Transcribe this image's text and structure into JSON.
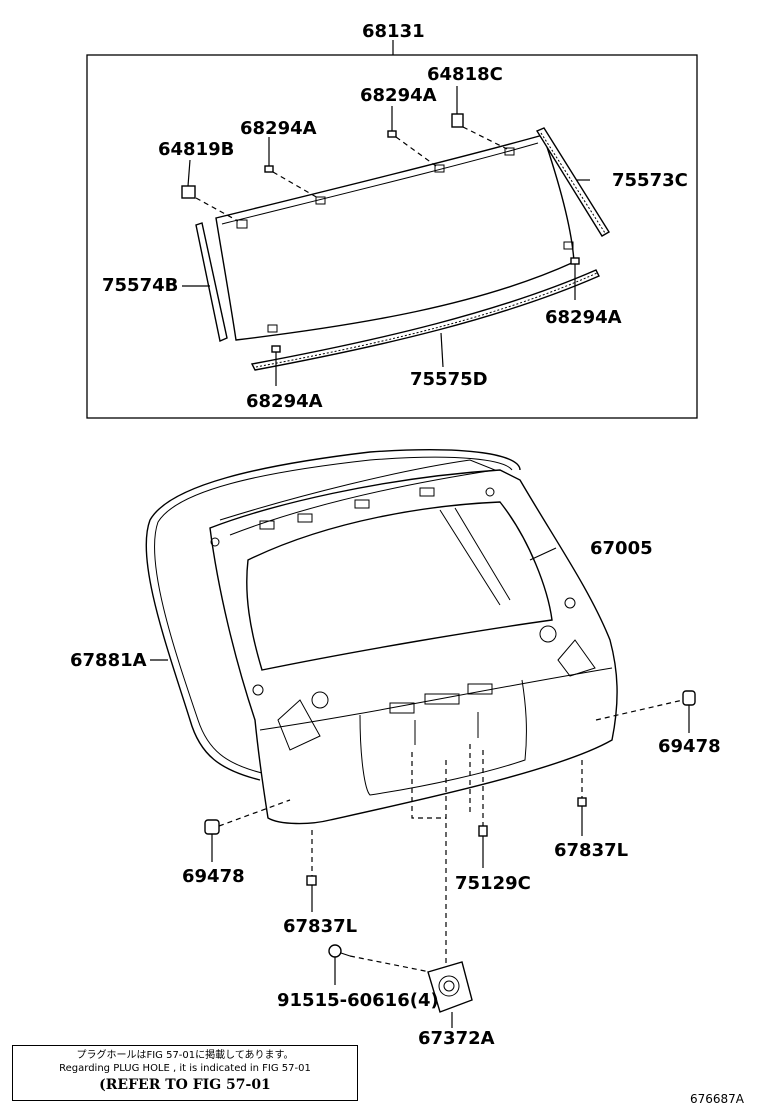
{
  "labels": {
    "p68131": "68131",
    "p64818C": "64818C",
    "p68294A_top": "68294A",
    "p68294A_left": "68294A",
    "p64819B": "64819B",
    "p75573C": "75573C",
    "p75574B": "75574B",
    "p68294A_right": "68294A",
    "p75575D": "75575D",
    "p68294A_bottom": "68294A",
    "p67005": "67005",
    "p67881A": "67881A",
    "p69478_right": "69478",
    "p69478_left": "69478",
    "p67837L_right": "67837L",
    "p75129C": "75129C",
    "p67837L_left": "67837L",
    "p91515": "91515-60616(4)",
    "p67372A": "67372A"
  },
  "note": {
    "jp": "プラグホールはFIG 57-01に掲載してあります。",
    "en": "Regarding PLUG HOLE , it is indicated in FIG 57-01",
    "ref": "(REFER TO FIG 57-01"
  },
  "figure_id": "676687A"
}
